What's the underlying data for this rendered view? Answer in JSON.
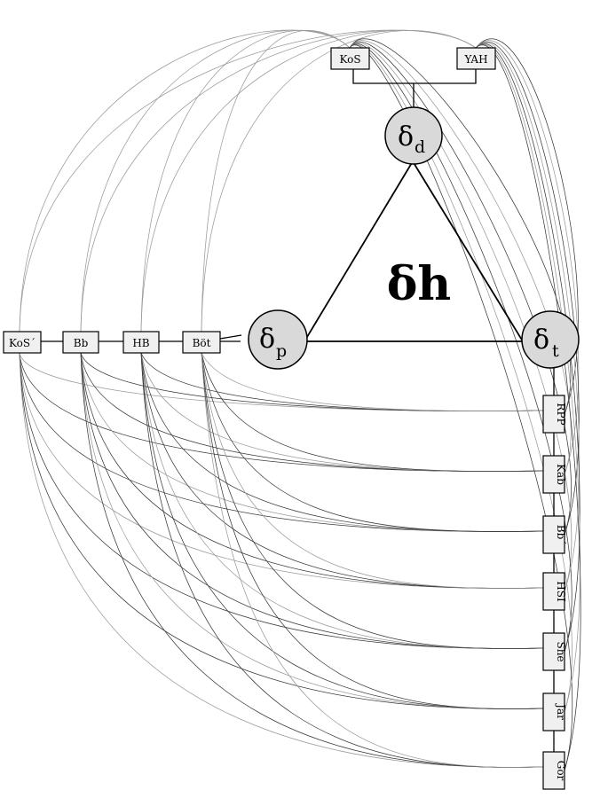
{
  "diagram": {
    "center_label": "δh",
    "nodes": {
      "d": {
        "symbol": "δ",
        "subscript": "d"
      },
      "p": {
        "symbol": "δ",
        "subscript": "p"
      },
      "t": {
        "symbol": "δ",
        "subscript": "t"
      }
    },
    "top_boxes": [
      "KoS",
      "YAH"
    ],
    "left_boxes": [
      "KoS´",
      "Bb",
      "HB",
      "Böt"
    ],
    "right_boxes": [
      "RPP",
      "Kab",
      "Bb´",
      "HSI",
      "She",
      "Jar",
      "Gor"
    ],
    "colors": {
      "node_fill": "#d9d9d9",
      "box_fill": "#f0f0f0",
      "line": "#000000",
      "curve_dark": "#3a3a3a",
      "curve_light": "#9a9a9a"
    }
  }
}
